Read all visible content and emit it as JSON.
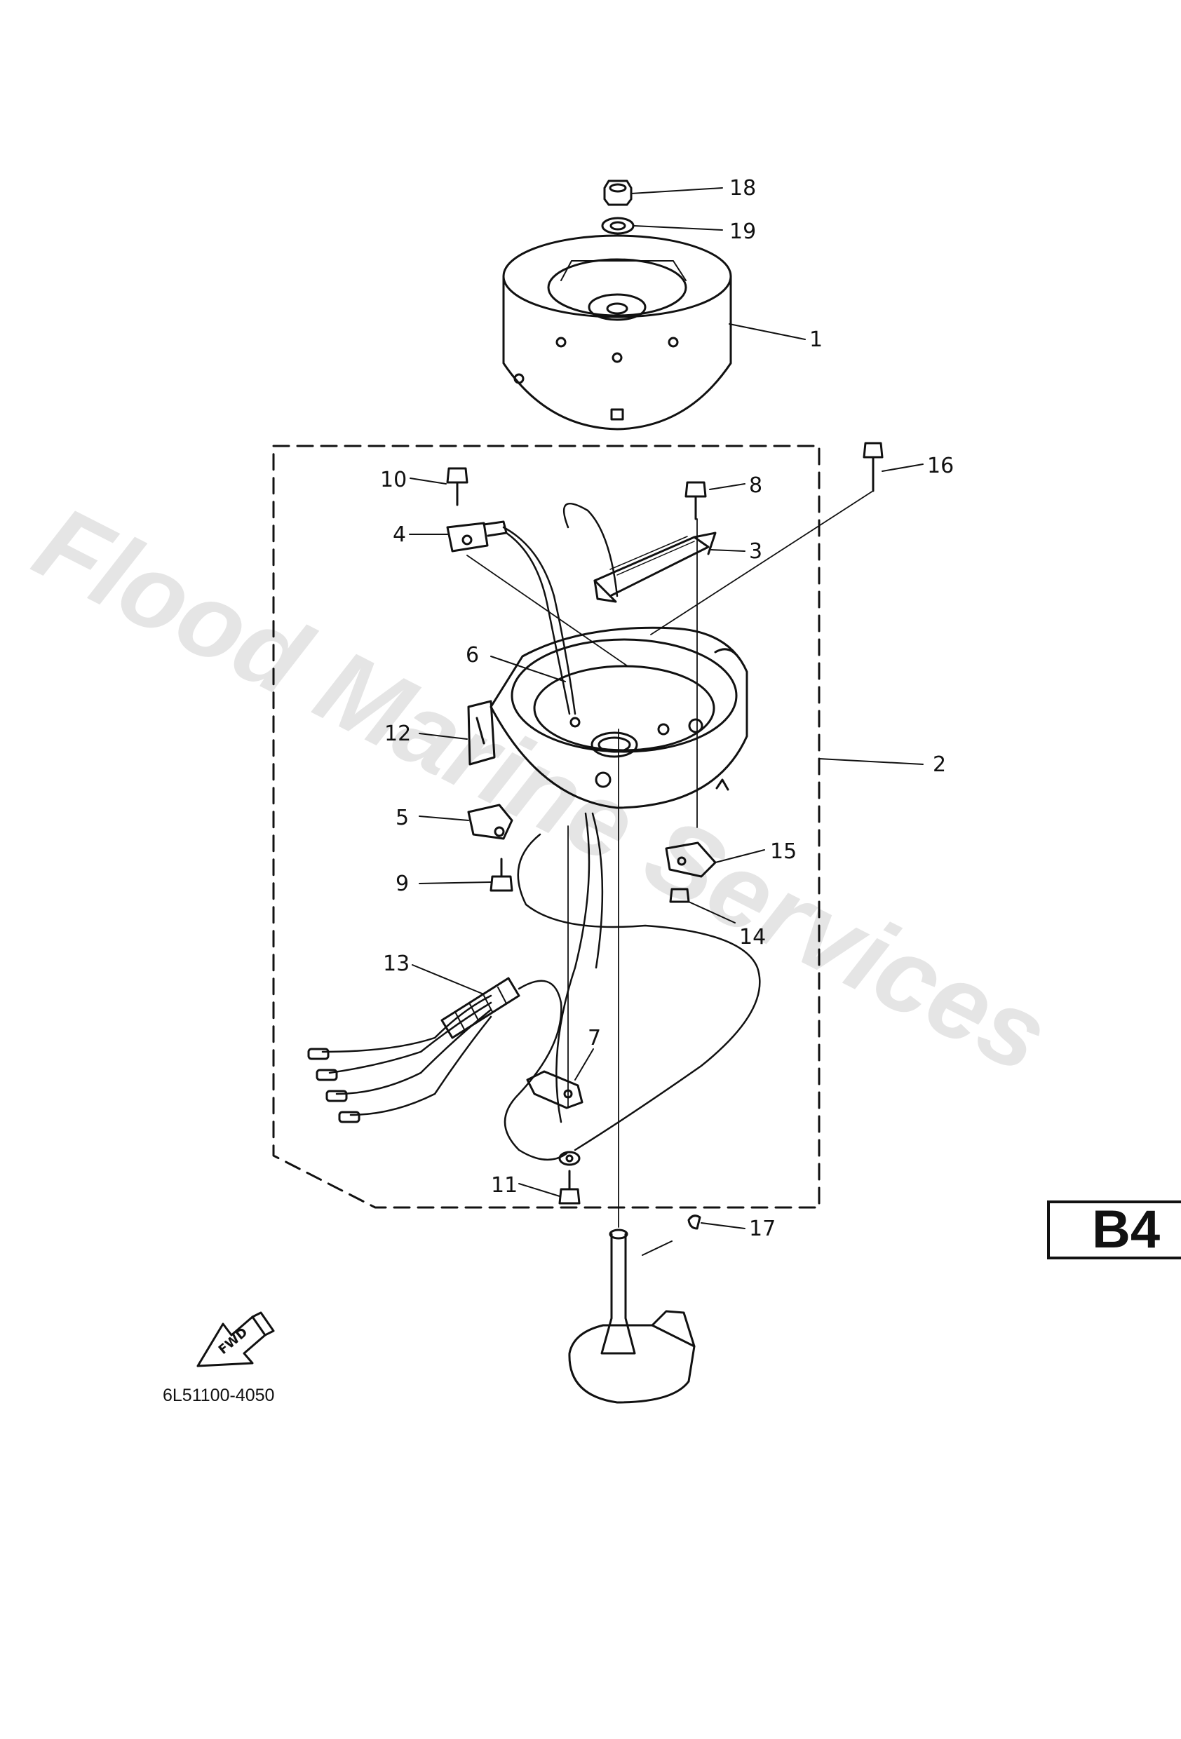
{
  "diagram": {
    "callouts": [
      {
        "id": "callout-18",
        "label": "18"
      },
      {
        "id": "callout-19",
        "label": "19"
      },
      {
        "id": "callout-1",
        "label": "1"
      },
      {
        "id": "callout-16",
        "label": "16"
      },
      {
        "id": "callout-10",
        "label": "10"
      },
      {
        "id": "callout-8",
        "label": "8"
      },
      {
        "id": "callout-4",
        "label": "4"
      },
      {
        "id": "callout-3",
        "label": "3"
      },
      {
        "id": "callout-6",
        "label": "6"
      },
      {
        "id": "callout-12",
        "label": "12"
      },
      {
        "id": "callout-2",
        "label": "2"
      },
      {
        "id": "callout-5",
        "label": "5"
      },
      {
        "id": "callout-15",
        "label": "15"
      },
      {
        "id": "callout-9",
        "label": "9"
      },
      {
        "id": "callout-14",
        "label": "14"
      },
      {
        "id": "callout-13",
        "label": "13"
      },
      {
        "id": "callout-7",
        "label": "7"
      },
      {
        "id": "callout-11",
        "label": "11"
      },
      {
        "id": "callout-17",
        "label": "17"
      }
    ],
    "direction_label": "FWD",
    "drawing_code": "6L51100-4050",
    "page_code": "B4",
    "watermark": "Flood Marine Services"
  }
}
